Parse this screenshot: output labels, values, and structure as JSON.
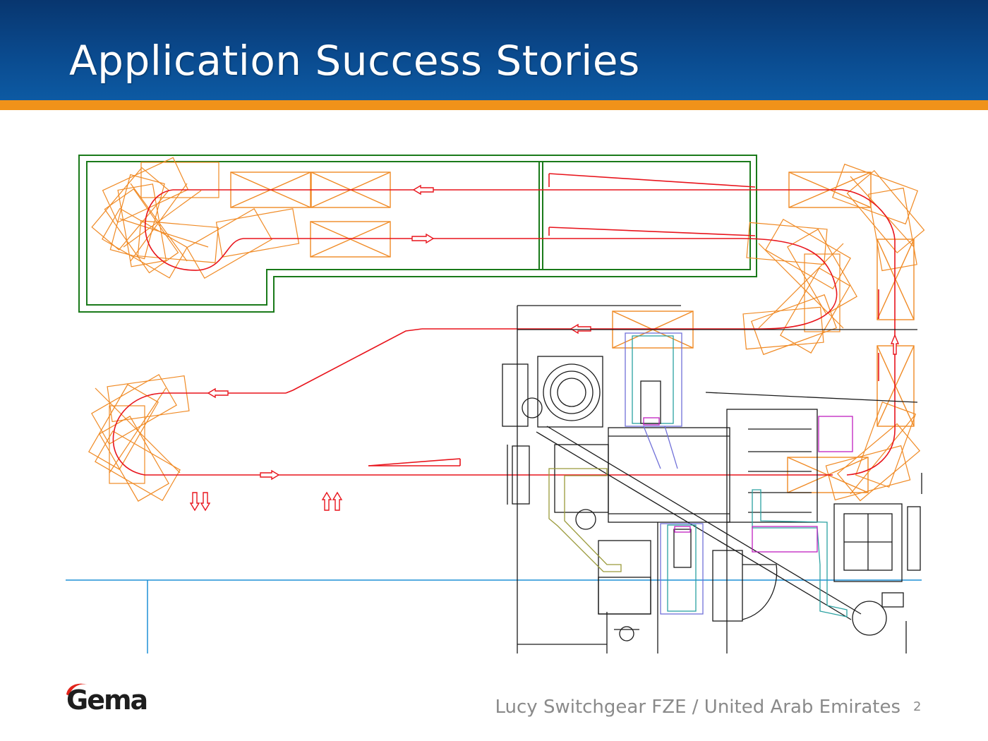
{
  "slide": {
    "title": "Application Success Stories",
    "caption": "Lucy Switchgear FZE / United Arab Emirates",
    "page_number": "2"
  },
  "logo": {
    "text": "Gema"
  },
  "colors": {
    "header_blue": "#0a4a8e",
    "header_stripe": "#f0921a",
    "conveyor_line": "#e8141c",
    "hanger_part": "#f08a24",
    "enclosure": "#1a7a1a",
    "machinery": "#1a1a1a",
    "reference_line": "#1e90d6",
    "booth_detail": "#7070d8"
  }
}
